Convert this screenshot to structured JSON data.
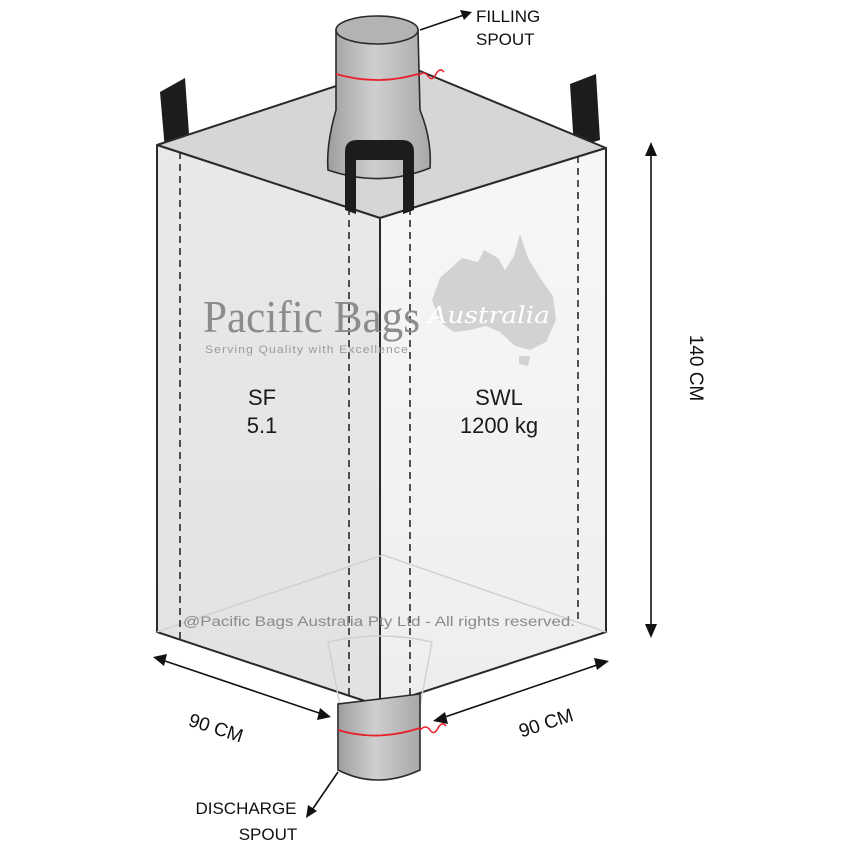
{
  "callouts": {
    "filling_spout_line1": "FILLING",
    "filling_spout_line2": "SPOUT",
    "discharge_spout_line1": "DISCHARGE",
    "discharge_spout_line2": "SPOUT"
  },
  "panels": {
    "left_line1": "SF",
    "left_line2": "5.1",
    "right_line1": "SWL",
    "right_line2": "1200 kg"
  },
  "dimensions": {
    "height": "140 CM",
    "width_left": "90 CM",
    "width_right": "90 CM"
  },
  "watermark": {
    "brand": "Pacific Bags",
    "script": "Australia",
    "tagline": "Serving Quality with Excellence",
    "copyright": "@Pacific Bags Australia Pty Ltd - All rights reserved."
  },
  "colors": {
    "bag_front": "#ececec",
    "bag_side": "#f6f6f6",
    "bag_top": "#d9d9d9",
    "loops": "#1c1c1c",
    "spout": "#bdbdbd",
    "tie": "#e8202a"
  }
}
